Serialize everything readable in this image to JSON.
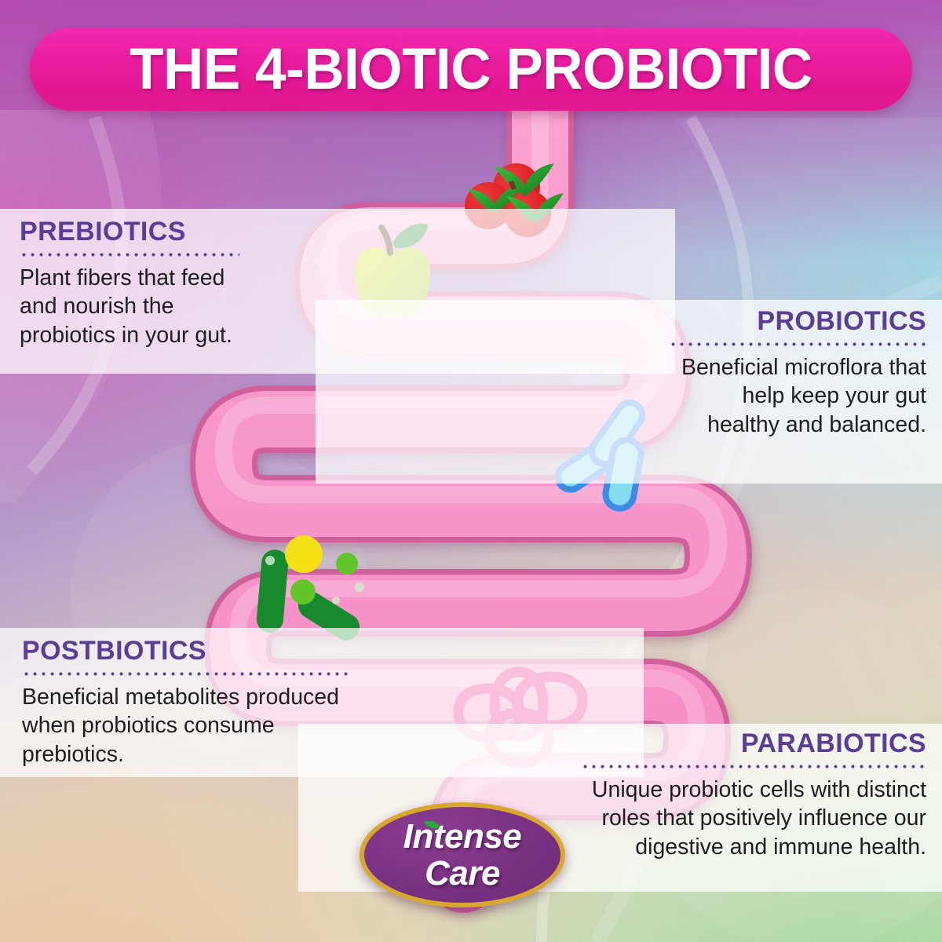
{
  "header": {
    "title": "THE 4-BIOTIC PROBIOTIC"
  },
  "colors": {
    "title_bar": "#ea1c9f",
    "heading_purple": "#5b3c96",
    "body_text": "#1d1d1f",
    "intestine_fill": "#f485c0",
    "intestine_outline": "#d8629f",
    "probiotic_blue": "#7ddcf0",
    "probiotic_blue_outline": "#3d8ae8",
    "postbiotic_green": "#188a2e",
    "postbiotic_yellow": "#f5e016",
    "postbiotic_lime": "#62c62a",
    "parabiotic_pink": "#ec1c7d",
    "logo_purple": "#7a3182",
    "logo_gold": "#d8a72f",
    "apple_green": "#8cc63f",
    "tomato_red": "#cc1520"
  },
  "sections": [
    {
      "id": "prebiotics",
      "heading": "PREBIOTICS",
      "body": "Plant fibers that feed and nourish the probiotics in your gut.",
      "align": "left"
    },
    {
      "id": "probiotics",
      "heading": "PROBIOTICS",
      "body": "Beneficial microflora that help keep your gut healthy and balanced.",
      "align": "right"
    },
    {
      "id": "postbiotics",
      "heading": "POSTBIOTICS",
      "body": "Beneficial metabolites produced when probiotics consume prebiotics.",
      "align": "left"
    },
    {
      "id": "parabiotics",
      "heading": "PARABIOTICS",
      "body": "Unique probiotic cells with distinct roles that positively influence our digestive and immune health.",
      "align": "right"
    }
  ],
  "logo": {
    "line1": "Intense",
    "line2": "Care"
  },
  "illustration": {
    "intestine_label": "intestine-tube",
    "icons": [
      {
        "name": "tomatoes-icon",
        "count": 3
      },
      {
        "name": "green-apple-icon",
        "count": 1
      },
      {
        "name": "probiotic-bacteria-icon",
        "count": 3
      },
      {
        "name": "postbiotic-bacteria-icon",
        "count": 2
      },
      {
        "name": "postbiotic-molecule-icon",
        "count": 3
      },
      {
        "name": "parabiotic-knot-icon",
        "count": 1
      }
    ]
  }
}
